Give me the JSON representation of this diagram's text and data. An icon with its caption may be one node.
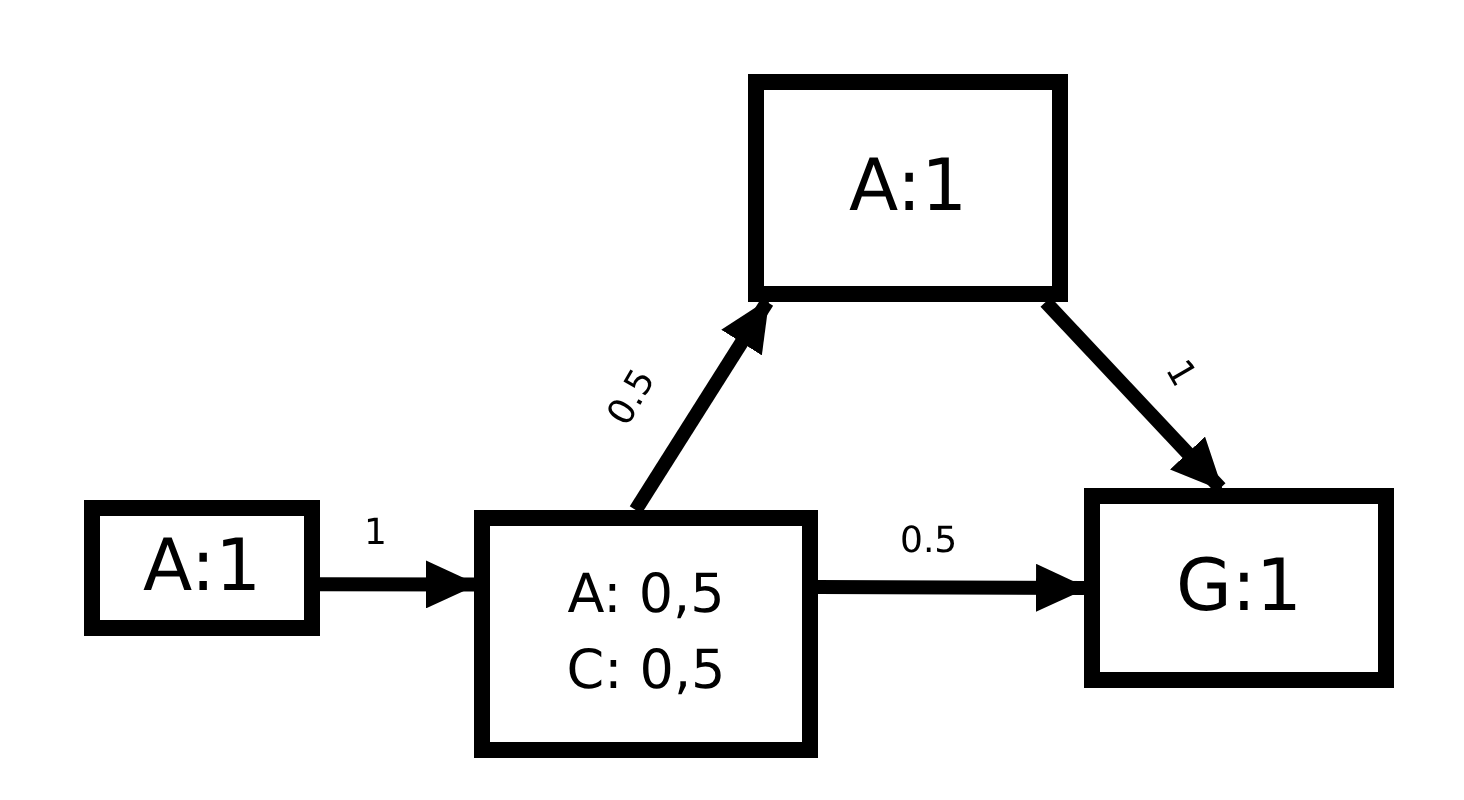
{
  "diagram": {
    "nodes": [
      {
        "text": [
          "A:1"
        ]
      },
      {
        "text": [
          "A: 0,5",
          "C: 0,5"
        ]
      },
      {
        "text": [
          "A:1"
        ]
      },
      {
        "text": [
          "G:1"
        ]
      }
    ],
    "edges": [
      {
        "from": 0,
        "to": 1,
        "arrow": "to",
        "label": "1"
      },
      {
        "from": 1,
        "to": 2,
        "arrow": "to",
        "label": "0.5"
      },
      {
        "from": 1,
        "to": 3,
        "arrow": "to",
        "label": "0.5"
      },
      {
        "from": 2,
        "to": 3,
        "arrow": "to",
        "label": "1"
      }
    ]
  }
}
